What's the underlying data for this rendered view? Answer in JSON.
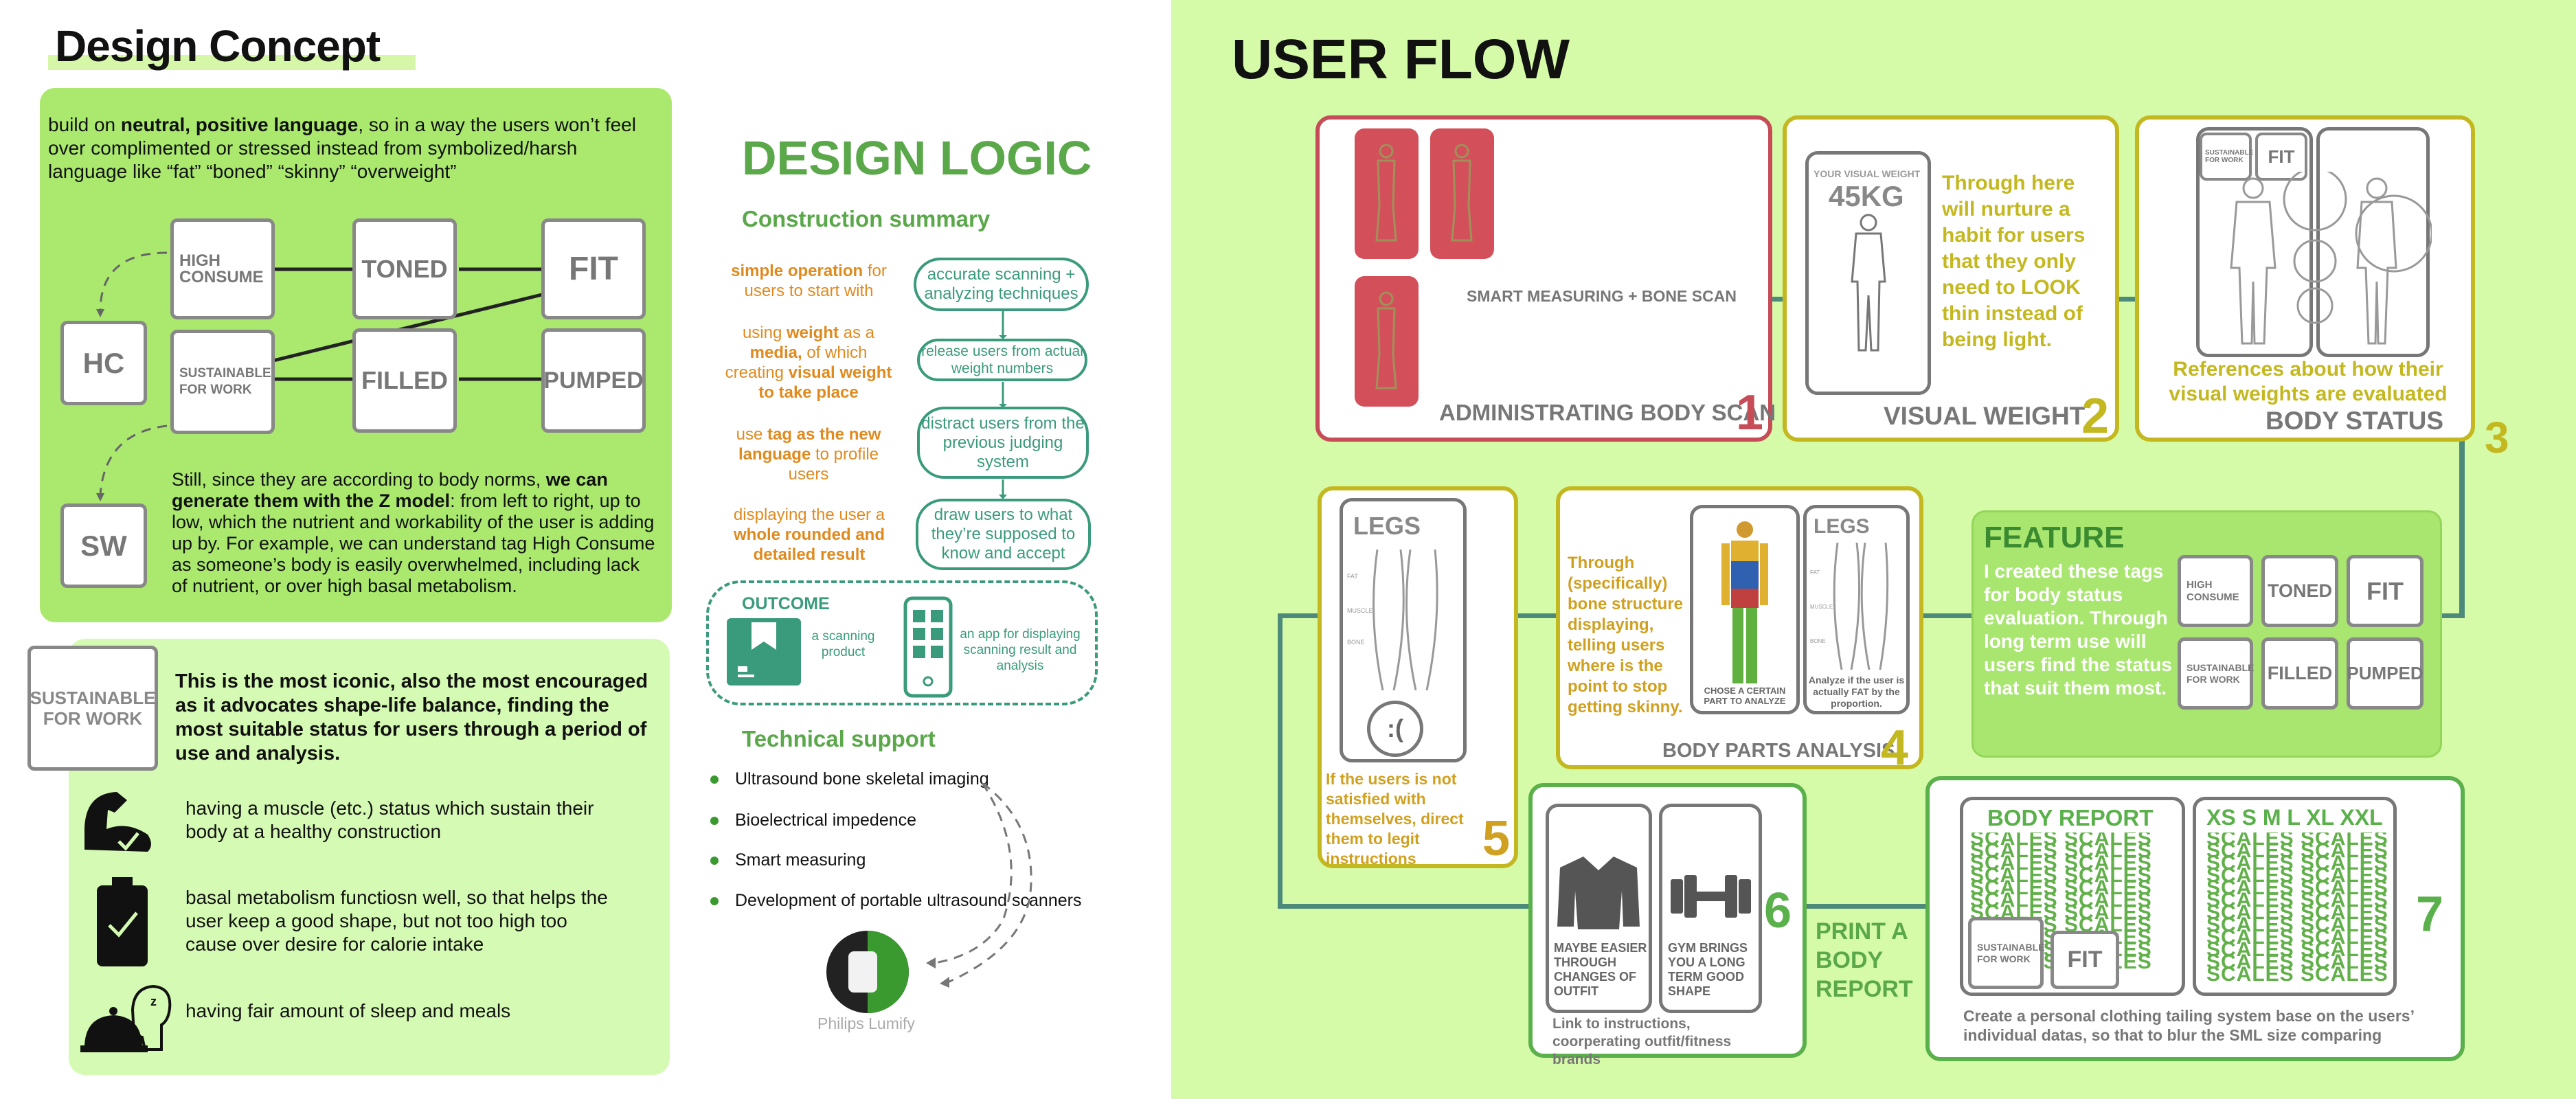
{
  "left": {
    "title": "Design Concept",
    "intro": {
      "pre": "build on ",
      "bold": "neutral, positive language",
      "post": ", so in a way the users won’t feel over complimented or stressed instead from symbolized/harsh language like “fat” “boned” “skinny” “overweight”"
    },
    "tags": {
      "hc": "HC",
      "sw": "SW",
      "high_consume": "HIGH CONSUME",
      "sustainable": "SUSTAINABLE FOR WORK",
      "toned": "TONED",
      "filled": "FILLED",
      "fit": "FIT",
      "pumped": "PUMPED"
    },
    "zmodel": {
      "pre": "Still, since they are according to body norms, ",
      "bold": "we can generate them with the Z model",
      "post": ": from left to right, up to low, which the nutrient and workability of the user is adding up by. For example, we can understand tag High Consume as someone’s body is easily overwhelmed, including lack of nutrient, or over high basal metabolism."
    },
    "iconic": {
      "tag": "SUSTAINABLE FOR WORK",
      "text": "This is the most iconic, also the most encouraged as it advocates shape-life balance, finding the most suitable status for users through a period of use and analysis."
    },
    "items": [
      "having a muscle (etc.) status which sustain their body at a healthy construction",
      "basal metabolism functiosn well, so that helps the user keep a good shape,  but not too high too cause over desire for calorie intake",
      "having fair amount of sleep and meals"
    ]
  },
  "logic": {
    "title": "DESIGN LOGIC",
    "construction": "Construction summary",
    "rows": [
      {
        "left": [
          {
            "t": "simple operation",
            "b": true
          },
          {
            "t": " for users to start with",
            "b": false
          }
        ],
        "right": "accurate scanning + analyzing techniques"
      },
      {
        "left": [
          {
            "t": "using ",
            "b": false
          },
          {
            "t": "weight",
            "b": true
          },
          {
            "t": " as a ",
            "b": false
          },
          {
            "t": "media,",
            "b": true
          },
          {
            "t": " of which creating ",
            "b": false
          },
          {
            "t": "visual weight to take place",
            "b": true
          }
        ],
        "right": "release users from actual weight numbers"
      },
      {
        "left": [
          {
            "t": "use ",
            "b": false
          },
          {
            "t": "tag as the new language",
            "b": true
          },
          {
            "t": " to profile users",
            "b": false
          }
        ],
        "right": "distract users from the previous judging system"
      },
      {
        "left": [
          {
            "t": "displaying the user a ",
            "b": false
          },
          {
            "t": "whole rounded and detailed result",
            "b": true
          }
        ],
        "right": "draw users to what they’re supposed to know and accept"
      }
    ],
    "outcome": "OUTCOME",
    "outcome_a": "a scanning product",
    "outcome_b": "an app for displaying scanning result and analysis",
    "tech": "Technical support",
    "tech_items": [
      "Ultrasound  bone skeletal imaging",
      "Bioelectrical impedence",
      "Smart measuring",
      "Development of portable ultrasound scanners"
    ],
    "device": "Philips Lumify"
  },
  "flow": {
    "title": "USER FLOW",
    "c1_mid": "SMART MEASURING + BONE SCAN",
    "c1_label": "ADMINISTRATING BODY SCAN",
    "c1_num": "1",
    "c2_small": "YOUR VISUAL WEIGHT",
    "c2_big": "45KG",
    "c2_text": "Through here will nurture a habit for users that they only need to LOOK thin instead of being light.",
    "c2_label": "VISUAL WEIGHT",
    "c2_num": "2",
    "c3_tag1": "SUSTAINABLE FOR WORK",
    "c3_tag2": "FIT",
    "c3_text": "References about how their visual weights are evaluated",
    "c3_label": "BODY STATUS",
    "c3_num": "3",
    "feature_title": "FEATURE",
    "feature_text": "I created these tags for body status evaluation. Through long term use will users find the status that suit them most.",
    "ftags": {
      "high_consume": "HIGH CONSUME",
      "toned": "TONED",
      "fit": "FIT",
      "sustainable": "SUSTAINABLE FOR WORK",
      "filled": "FILLED",
      "pumped": "PUMPED"
    },
    "c4_text": "Through (specifically) bone structure displaying, telling users where is the point to stop getting skinny.",
    "c4_legs": "LEGS",
    "c4_cap1": "CHOSE A CERTAIN PART TO ANALYZE",
    "c4_cap2": "Analyze if the user is actually FAT by the proportion.",
    "c4_label": "BODY PARTS ANALYSIS",
    "c4_num": "4",
    "leg_labels": [
      "FAT",
      "MUSCLE",
      "BONE"
    ],
    "c5_legs": "LEGS",
    "c5_face": ":(",
    "c5_text": "If the users is not satisfied with themselves, direct them to legit instructions",
    "c5_num": "5",
    "c6_a": "MAYBE EASIER THROUGH CHANGES OF OUTFIT",
    "c6_b": "GYM BRINGS YOU A LONG TERM GOOD SHAPE",
    "c6_caption": "Link to instructions, coorperating outfit/fitness brands",
    "c6_num": "6",
    "print": "PRINT A BODY REPORT",
    "c7_report": "BODY REPORT",
    "c7_sizes": "XS S M L XL XXL",
    "c7_scales": "SCALES",
    "c7_tag1": "SUSTAINABLE FOR WORK",
    "c7_tag2": "FIT",
    "c7_caption": "Create a personal clothing tailing system base on the users’ individual datas, so that to blur the SML size comparing",
    "c7_num": "7"
  }
}
